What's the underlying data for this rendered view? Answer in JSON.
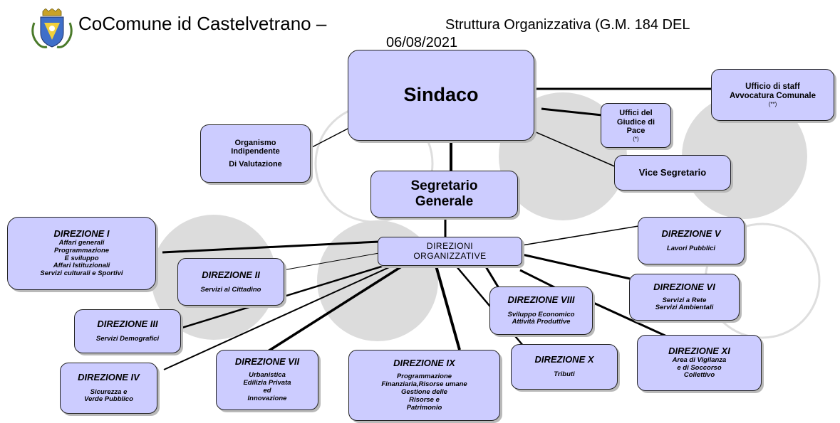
{
  "header": {
    "title_main": "CoComune id Castelvetrano –",
    "title_sub": "Struttura Organizzativa (G.M. 184 DEL",
    "title_date": "06/08/2021"
  },
  "nodes": {
    "sindaco": "Sindaco",
    "staff": [
      "Ufficio di staff",
      "Avvocatura Comunale",
      "(**)"
    ],
    "giudice": [
      "Uffici del",
      "Giudice di",
      "Pace",
      "(*)"
    ],
    "oiv": [
      "Organismo",
      "Indipendente",
      "Di Valutazione"
    ],
    "vice": "Vice Segretario",
    "segretario": [
      "Segretario",
      "Generale"
    ],
    "direzioni": [
      "DIREZIONI",
      "ORGANIZZATIVE"
    ],
    "dir1": {
      "title": "DIREZIONE I",
      "lines": [
        "Affari generali",
        "Programmazione",
        "E sviluppo",
        "Affari Istituzionali",
        "Servizi culturali e Sportivi"
      ]
    },
    "dir2": {
      "title": "DIREZIONE II",
      "lines": [
        "Servizi al Cittadino"
      ]
    },
    "dir3": {
      "title": "DIREZIONE III",
      "lines": [
        "Servizi Demografici"
      ]
    },
    "dir4": {
      "title": "DIREZIONE IV",
      "lines": [
        "Sicurezza e",
        "Verde Pubblico"
      ]
    },
    "dir5": {
      "title": "DIREZIONE V",
      "lines": [
        "Lavori Pubblici"
      ]
    },
    "dir6": {
      "title": "DIREZIONE VI",
      "lines": [
        "Servizi a Rete",
        "Servizi Ambientali"
      ]
    },
    "dir7": {
      "title": "DIREZIONE VII",
      "lines": [
        "Urbanistica",
        "Edilizia Privata",
        "ed",
        "Innovazione"
      ]
    },
    "dir8": {
      "title": "DIREZIONE VIII",
      "lines": [
        "Sviluppo Economico",
        "Attività Produttive"
      ]
    },
    "dir9": {
      "title": "DIREZIONE IX",
      "lines": [
        "Programmazione",
        "Finanziaria,Risorse umane",
        "Gestione delle",
        "Risorse e",
        "Patrimonio"
      ]
    },
    "dir10": {
      "title": "DIREZIONE X",
      "lines": [
        "Tributi"
      ]
    },
    "dir11": {
      "title": "DIREZIONE XI",
      "lines": [
        "Area di Vigilanza",
        "e di Soccorso",
        "Collettivo"
      ]
    }
  },
  "colors": {
    "box_fill": "#ccccff",
    "circle_fill": "#dcdcdc",
    "connector": "#000000"
  }
}
